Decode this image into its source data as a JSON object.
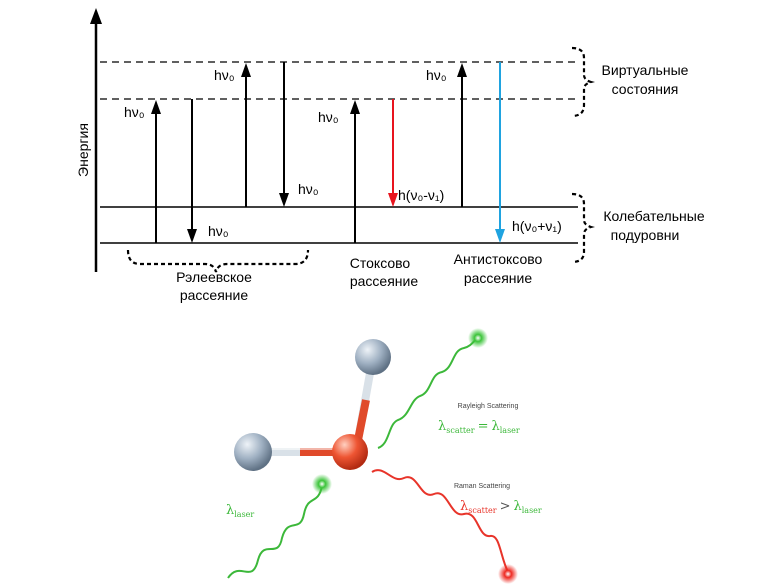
{
  "energy_diagram": {
    "y_axis_label": "Энергия",
    "photon_label": "hν₀",
    "stokes_photon_label": "h(ν₀-ν₁)",
    "antistokes_photon_label": "h(ν₀+ν₁)",
    "virtual_states_label_line1": "Виртуальные",
    "virtual_states_label_line2": "состояния",
    "vibrational_levels_label_line1": "Колебательные",
    "vibrational_levels_label_line2": "подуровни",
    "rayleigh_label_line1": "Рэлеевское",
    "rayleigh_label_line2": "рассеяние",
    "stokes_label_line1": "Стоксово",
    "stokes_label_line2": "рассеяние",
    "antistokes_label_line1": "Антистоксово",
    "antistokes_label_line2": "рассеяние",
    "colors": {
      "stokes": "#e8141e",
      "antistokes": "#1fa3e0",
      "lines": "#000000"
    }
  },
  "scattering_illustration": {
    "rayleigh_title": "Rayleigh Scattering",
    "rayleigh_eq_lhs": "λ",
    "rayleigh_eq_lhs_sub": "scatter",
    "rayleigh_eq_op": "=",
    "rayleigh_eq_rhs": "λ",
    "rayleigh_eq_rhs_sub": "laser",
    "raman_title": "Raman Scattering",
    "raman_eq_lhs": "λ",
    "raman_eq_lhs_sub": "scatter",
    "raman_eq_op": ">",
    "raman_eq_rhs": "λ",
    "raman_eq_rhs_sub": "laser",
    "laser_label": "λ",
    "laser_label_sub": "laser",
    "colors": {
      "green": "#3cb83a",
      "red": "#e8342a",
      "atom_grey": "#9aa9b8",
      "atom_red": "#e04a2a"
    }
  }
}
